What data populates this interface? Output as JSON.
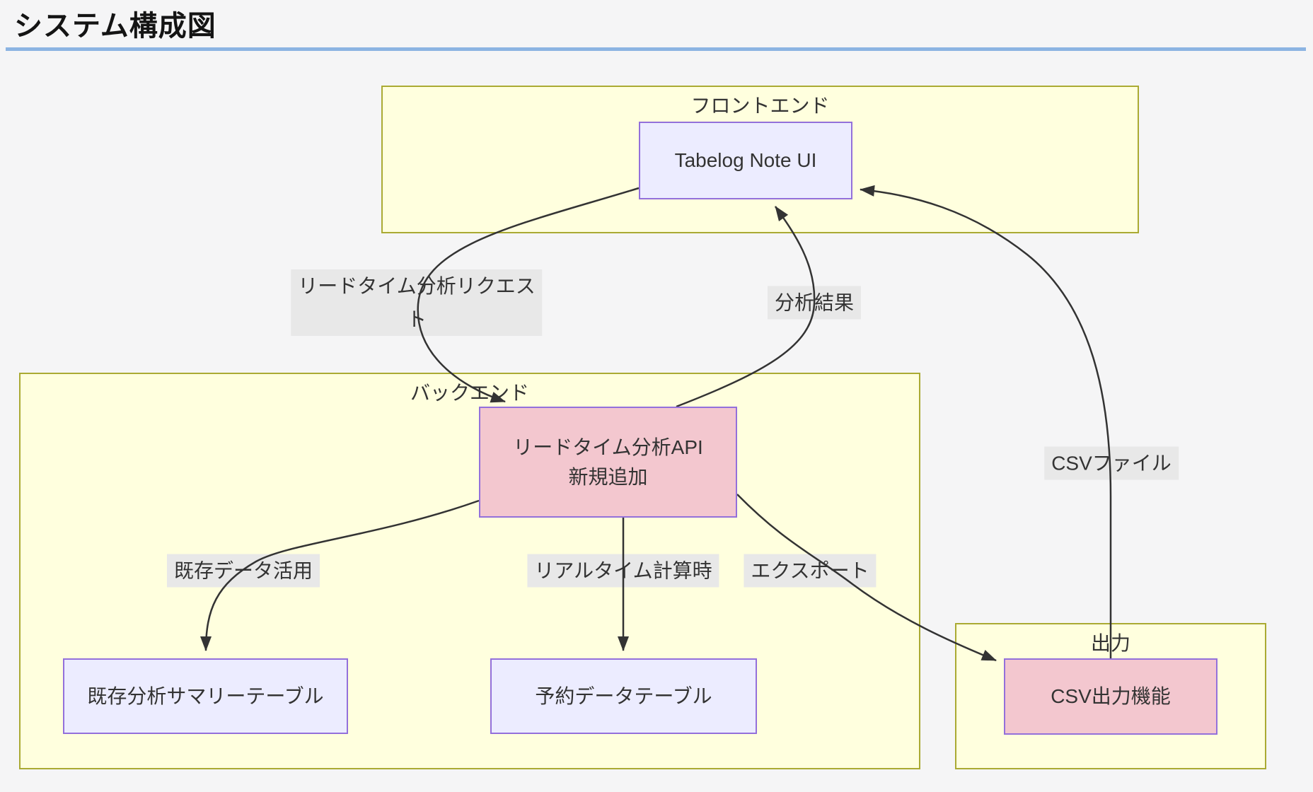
{
  "page": {
    "title": "システム構成図"
  },
  "colors": {
    "background": "#f5f5f6",
    "title_text": "#141414",
    "title_rule": "#8cb4e2",
    "cluster_fill": "#ffffde",
    "cluster_border": "#aaaa33",
    "node_fill": "#ececff",
    "node_border": "#9370db",
    "highlight_node_fill": "#f3c7cf",
    "edge_label_bg": "#e8e8e8",
    "edge_color": "#333333",
    "text": "#333333"
  },
  "clusters": [
    {
      "id": "frontend",
      "label": "フロントエンド"
    },
    {
      "id": "backend",
      "label": "バックエンド"
    },
    {
      "id": "output",
      "label": "出力"
    }
  ],
  "nodes": [
    {
      "id": "tabelog-note-ui",
      "label": "Tabelog Note UI",
      "highlight": false
    },
    {
      "id": "lead-time-api",
      "label": "リードタイム分析API 新規追加",
      "lines": [
        "リードタイム分析API",
        "新規追加"
      ],
      "highlight": true
    },
    {
      "id": "summary-table",
      "label": "既存分析サマリーテーブル",
      "highlight": false
    },
    {
      "id": "reservation-table",
      "label": "予約データテーブル",
      "highlight": false
    },
    {
      "id": "csv-export",
      "label": "CSV出力機能",
      "highlight": true
    }
  ],
  "edges": [
    {
      "from": "tabelog-note-ui",
      "to": "lead-time-api",
      "label": "リードタイム分析リクエスト",
      "lines": [
        "リードタイム分析リクエス",
        "ト"
      ]
    },
    {
      "from": "lead-time-api",
      "to": "tabelog-note-ui",
      "label": "分析結果"
    },
    {
      "from": "lead-time-api",
      "to": "summary-table",
      "label": "既存データ活用"
    },
    {
      "from": "lead-time-api",
      "to": "reservation-table",
      "label": "リアルタイム計算時"
    },
    {
      "from": "lead-time-api",
      "to": "csv-export",
      "label": "エクスポート"
    },
    {
      "from": "csv-export",
      "to": "tabelog-note-ui",
      "label": "CSVファイル"
    }
  ]
}
